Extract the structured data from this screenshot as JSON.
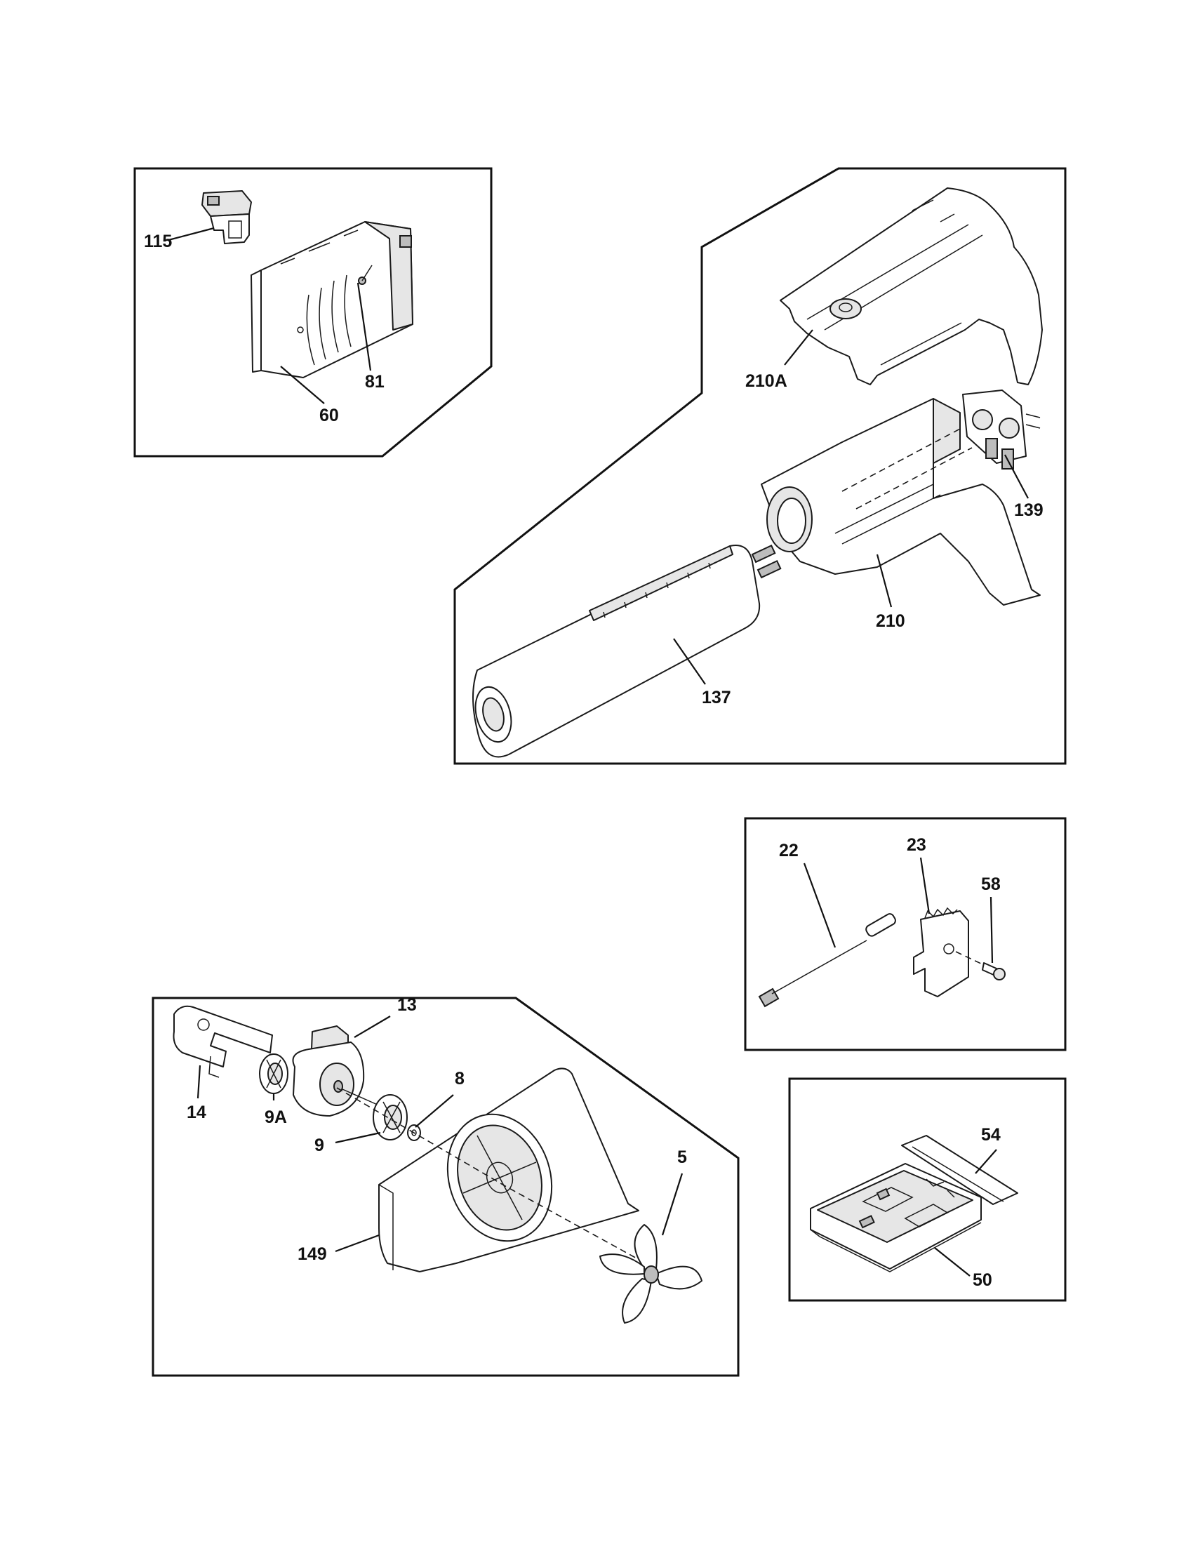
{
  "callouts": {
    "c115": "115",
    "c81": "81",
    "c60": "60",
    "c210A": "210A",
    "c139": "139",
    "c210": "210",
    "c137": "137",
    "c22": "22",
    "c23": "23",
    "c58": "58",
    "c13": "13",
    "c14": "14",
    "c9A": "9A",
    "c8": "8",
    "c9": "9",
    "c5": "5",
    "c149": "149",
    "c54": "54",
    "c50": "50"
  }
}
